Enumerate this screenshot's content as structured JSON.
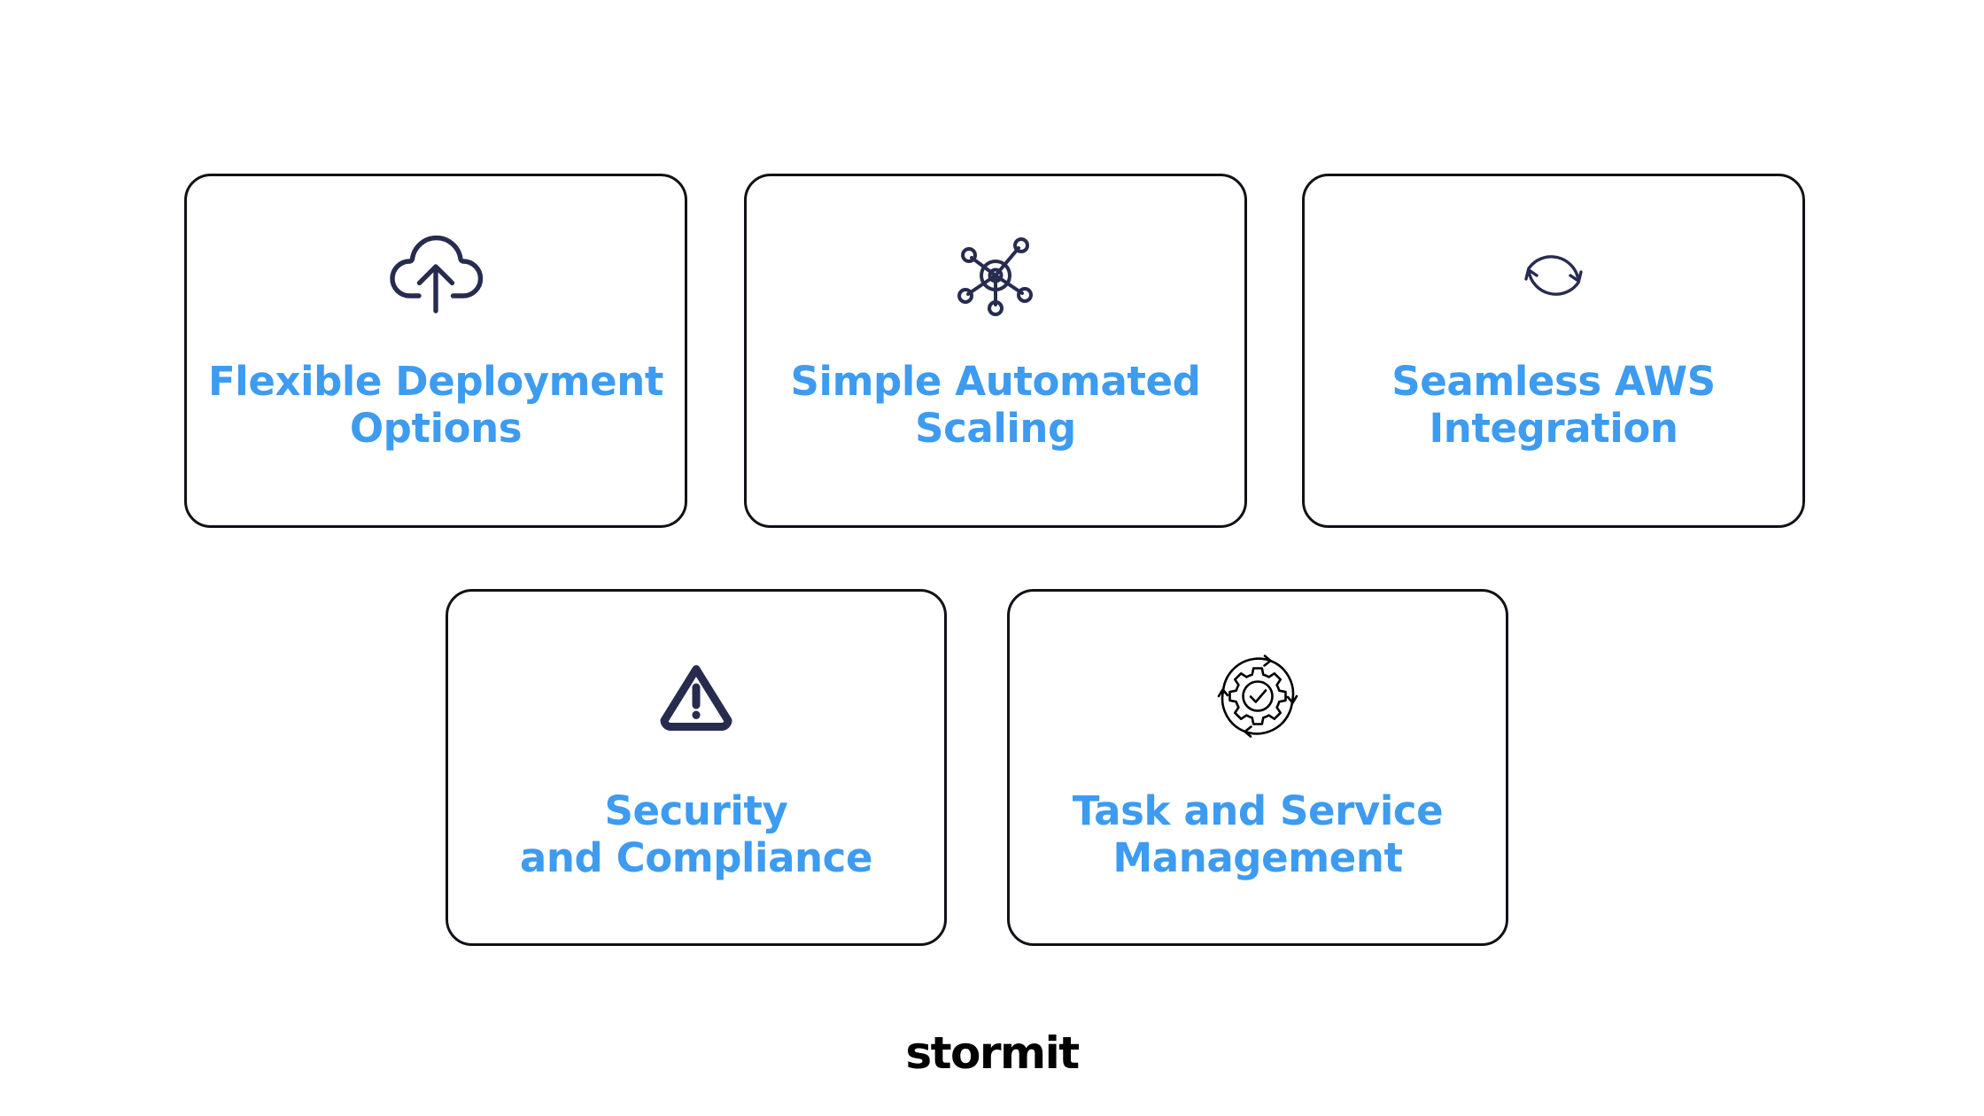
{
  "page": {
    "background_color": "#ffffff",
    "accent_blue": "#3d9bf0",
    "icon_navy": "#272c4f",
    "icon_black": "#000000",
    "border_color": "#111118"
  },
  "cards": [
    {
      "id": "flexible-deployment-options",
      "icon": "cloud-upload-icon",
      "icon_color": "#272c4f",
      "title": "Flexible Deployment\nOptions",
      "row": 1,
      "column": 1
    },
    {
      "id": "simple-automated-scaling",
      "icon": "network-hub-icon",
      "icon_color": "#272c4f",
      "title": "Simple Automated\nScaling",
      "row": 1,
      "column": 2
    },
    {
      "id": "seamless-aws-integration",
      "icon": "circular-sync-arrows-icon",
      "icon_color": "#272c4f",
      "title": "Seamless AWS\nIntegration",
      "row": 1,
      "column": 3
    },
    {
      "id": "security-and-compliance",
      "icon": "warning-triangle-icon",
      "icon_color": "#272c4f",
      "title": "Security\nand Compliance",
      "row": 2,
      "column": 1
    },
    {
      "id": "task-and-service-management",
      "icon": "gear-check-cycle-icon",
      "icon_color": "#000000",
      "title": "Task and Service\nManagement",
      "row": 2,
      "column": 2
    }
  ],
  "footer": {
    "logo_text": "stormit"
  }
}
